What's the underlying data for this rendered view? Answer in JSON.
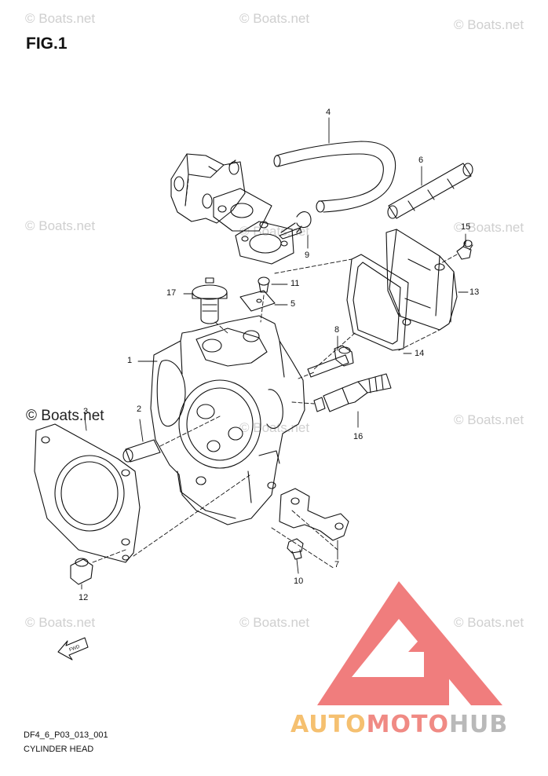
{
  "figure_title": "FIG.1",
  "watermark_text": "© Boats.net",
  "watermark_strong_text": "© Boats.net",
  "drawing_code": "DF4_6_P03_013_001",
  "caption": "CYLINDER HEAD",
  "brand": {
    "part1": "AUTO",
    "part2": "MOTO",
    "part3": "HUB",
    "colors": {
      "auto": "#f5c070",
      "moto": "#f08a84",
      "hub": "#b9b9b9",
      "logo": "#ee6f6f"
    }
  },
  "callouts": [
    "1",
    "2",
    "3",
    "4",
    "5",
    "6",
    "7",
    "8",
    "9",
    "10",
    "11",
    "12",
    "13",
    "14",
    "15",
    "16",
    "17"
  ]
}
